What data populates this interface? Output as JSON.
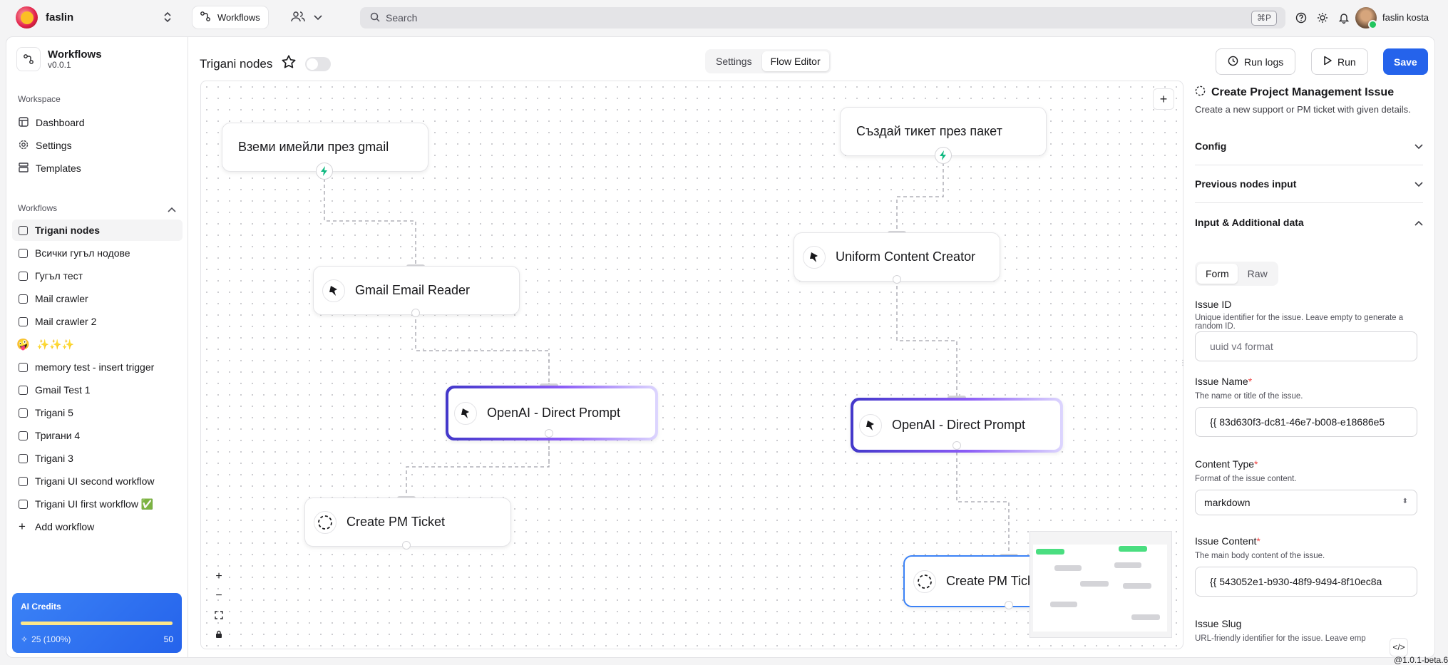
{
  "topbar": {
    "org_name": "faslin",
    "workflows_tab": "Workflows",
    "search_placeholder": "Search",
    "search_shortcut": "⌘P",
    "user_name": "faslin kosta"
  },
  "sidebar": {
    "title": "Workflows",
    "version": "v0.0.1",
    "workspace_label": "Workspace",
    "workspace_items": [
      {
        "label": "Dashboard",
        "icon": "dashboard-icon"
      },
      {
        "label": "Settings",
        "icon": "gear-icon"
      },
      {
        "label": "Templates",
        "icon": "templates-icon"
      }
    ],
    "workflows_label": "Workflows",
    "workflows": [
      {
        "label": "Trigani nodes",
        "active": true
      },
      {
        "label": "Всички гугъл нодове"
      },
      {
        "label": "Гугъл тест"
      },
      {
        "label": "Mail crawler"
      },
      {
        "label": "Mail crawler 2"
      },
      {
        "label": "✨✨✨",
        "emoji": "🤪"
      },
      {
        "label": "memory test - insert trigger"
      },
      {
        "label": "Gmail Test 1"
      },
      {
        "label": "Trigani 5"
      },
      {
        "label": "Тригани 4"
      },
      {
        "label": "Trigani 3"
      },
      {
        "label": "Trigani UI second workflow"
      },
      {
        "label": "Trigani UI first workflow ✅"
      }
    ],
    "add_workflow": "Add workflow",
    "credits": {
      "title": "AI Credits",
      "used": "25 (100%)",
      "total": "50",
      "fill": 1.0
    }
  },
  "main": {
    "workflow_title": "Trigani nodes",
    "tabs": [
      {
        "label": "Settings"
      },
      {
        "label": "Flow Editor",
        "active": true
      }
    ],
    "run_logs": "Run logs",
    "run": "Run",
    "save": "Save"
  },
  "canvas": {
    "nodes": {
      "trigger1": "Вземи имейли през gmail",
      "trigger2": "Създай тикет през пакет",
      "gmail_reader": "Gmail Email Reader",
      "uniform_creator": "Uniform Content Creator",
      "openai1": "OpenAI - Direct Prompt",
      "openai2": "OpenAI - Direct Prompt",
      "pm1": "Create PM Ticket",
      "pm2": "Create PM Ticket"
    }
  },
  "panel": {
    "title": "Create Project Management Issue",
    "description": "Create a new support or PM ticket with given details.",
    "sections": [
      "Config",
      "Previous nodes input",
      "Input & Additional data"
    ],
    "form_tabs": [
      {
        "label": "Form",
        "active": true
      },
      {
        "label": "Raw"
      }
    ],
    "fields": {
      "issue_id": {
        "label": "Issue ID",
        "help": "Unique identifier for the issue. Leave empty to generate a random ID.",
        "placeholder": "uuid v4 format"
      },
      "issue_name": {
        "label": "Issue Name",
        "help": "The name or title of the issue.",
        "value": "{{ 83d630f3-dc81-46e7-b008-e18686e5"
      },
      "content_type": {
        "label": "Content Type",
        "help": "Format of the issue content.",
        "value": "markdown"
      },
      "issue_content": {
        "label": "Issue Content",
        "help": "The main body content of the issue.",
        "value": "{{ 543052e1-b930-48f9-9494-8f10ec8a"
      },
      "issue_slug": {
        "label": "Issue Slug",
        "help": "URL-friendly identifier for the issue. Leave emp"
      }
    }
  },
  "footer": {
    "version": "@1.0.1-beta.6"
  }
}
